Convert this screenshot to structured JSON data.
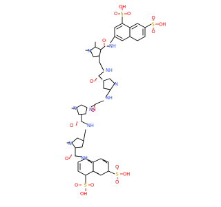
{
  "colors": {
    "carbon": "#000000",
    "oxygen": "#ff0d0d",
    "nitrogen": "#3050f8",
    "sulfur": "#c8a000",
    "background": "#ffffff"
  },
  "labels": {
    "oh_top1": "OH",
    "o_top1a": "O",
    "s_top1": "S",
    "o_top1b": "O",
    "o_top2a": "O",
    "s_top2": "S",
    "oh_top2": "OH",
    "o_top2b": "O",
    "n_top_methyl": "N",
    "o_amide1": "O",
    "nh_amide1": "NH",
    "nh_link1": "NH",
    "o_amide2": "O",
    "n_pyrrole2a": "N",
    "nh_link2": "NH",
    "n_pyrrole_mid": "N",
    "nh_urea_a": "NH",
    "nh_urea_b": "NH",
    "o_urea": "O",
    "o_amide3": "O",
    "nh_link3": "NH",
    "n_pyrrole_low": "N",
    "o_amide4": "O",
    "nh_amide4": "NH",
    "o_bot1a": "O",
    "s_bot1": "S",
    "oh_bot1": "OH",
    "o_bot1b": "O",
    "o_bot2": "O",
    "s_bot2": "S",
    "oh_bot2": "OH",
    "o_bot2b": "O"
  }
}
